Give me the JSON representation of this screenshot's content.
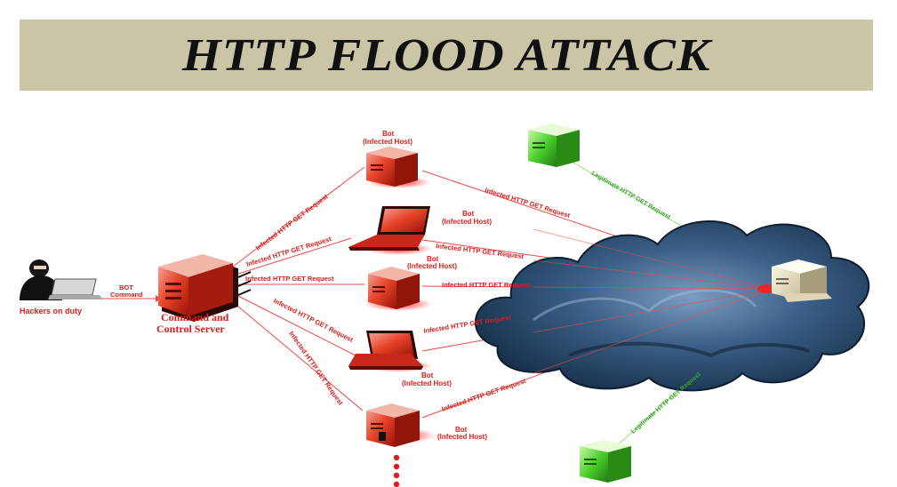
{
  "title": "HTTP FLOOD ATTACK",
  "nodes": {
    "hacker": "Hackers on duty",
    "cc_line1": "Command and",
    "cc_line2": "Control Server",
    "bot_line1": "Bot",
    "bot_line2": "(Infected Host)"
  },
  "edges": {
    "bot_command_line1": "BOT",
    "bot_command_line2": "Command",
    "infected_request": "Infected HTTP GET Request",
    "legitimate_request": "Legitimate HTTP GET Request"
  },
  "colors": {
    "title_background": "#cbc5a7",
    "attack": "#e31b1b",
    "legitimate": "#5bd34a",
    "cloud": "#1e3c5c"
  }
}
